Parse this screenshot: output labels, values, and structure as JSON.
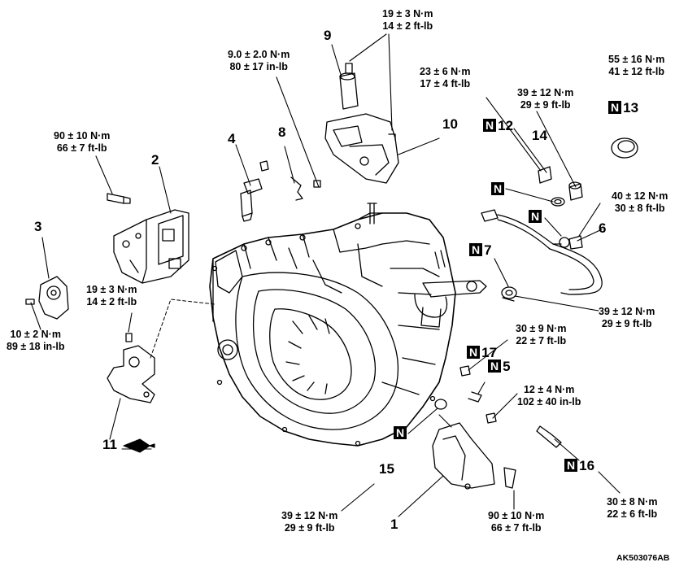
{
  "diagram": {
    "figure_code": "AK503076AB",
    "n_symbol": "N",
    "callouts": {
      "c1": "1",
      "c2": "2",
      "c3": "3",
      "c4": "4",
      "c5": "5",
      "c6": "6",
      "c7": "7",
      "c8": "8",
      "c9": "9",
      "c10": "10",
      "c11": "11",
      "c12": "12",
      "c13": "13",
      "c14": "14",
      "c15": "15",
      "c16": "16",
      "c17": "17"
    },
    "torques": {
      "t9_a": "19 ± 3 N·m",
      "t9_b": "14 ± 2 ft-lb",
      "t8_a": "9.0 ± 2.0 N·m",
      "t8_b": "80 ± 17 in-lb",
      "t10_a": "23 ± 6 N·m",
      "t10_b": "17 ± 4 ft-lb",
      "t14_a": "39 ± 12 N·m",
      "t14_b": "29 ± 9 ft-lb",
      "t13_a": "55 ± 16 N·m",
      "t13_b": "41 ± 12 ft-lb",
      "t2_a": "90 ± 10 N·m",
      "t2_b": "66 ± 7 ft-lb",
      "t6_a": "40 ± 12 N·m",
      "t6_b": "30 ± 8 ft-lb",
      "t11_a": "19 ± 3 N·m",
      "t11_b": "14 ± 2 ft-lb",
      "t7_a": "39 ± 12 N·m",
      "t7_b": "29 ± 9 ft-lb",
      "t3_a": "10 ± 2 N·m",
      "t3_b": "89 ± 18 in-lb",
      "t17_a": "30 ± 9 N·m",
      "t17_b": "22 ± 7 ft-lb",
      "t5_a": "12 ± 4 N·m",
      "t5_b": "102 ± 40 in-lb",
      "t15_a": "39 ± 12 N·m",
      "t15_b": "29 ± 9 ft-lb",
      "t1_a": "90 ± 10 N·m",
      "t1_b": "66 ± 7 ft-lb",
      "t16_a": "30 ± 8 N·m",
      "t16_b": "22 ± 6 ft-lb"
    }
  }
}
